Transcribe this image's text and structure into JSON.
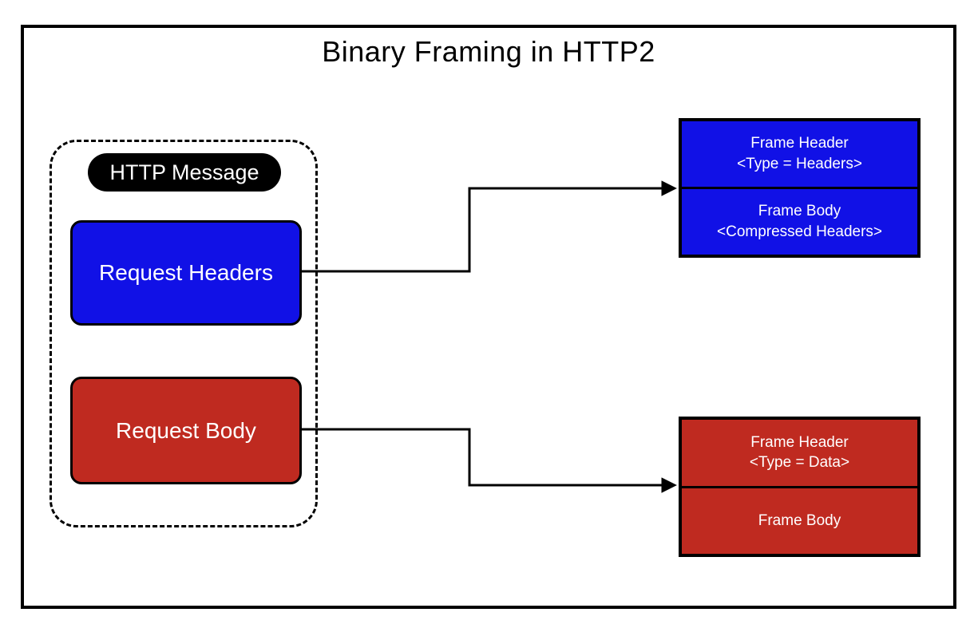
{
  "title": "Binary Framing in HTTP2",
  "colors": {
    "headers_blue": "#1111e6",
    "body_red": "#bf2a20",
    "outline_black": "#000000",
    "background_white": "#ffffff",
    "text_white": "#ffffff"
  },
  "message_group": {
    "badge": "HTTP Message",
    "request_headers": "Request Headers",
    "request_body": "Request Body"
  },
  "headers_frame": {
    "header_title": "Frame Header",
    "header_subtitle": "<Type = Headers>",
    "body_title": "Frame Body",
    "body_subtitle": "<Compressed Headers>"
  },
  "data_frame": {
    "header_title": "Frame Header",
    "header_subtitle": "<Type = Data>",
    "body_title": "Frame Body"
  }
}
